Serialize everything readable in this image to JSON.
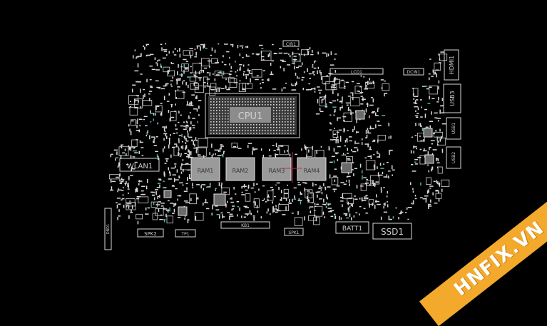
{
  "labels": {
    "cpu": "CPU1",
    "cir": "CIR1",
    "lcd": "LCD1",
    "dcin": "DCIN1",
    "hdmi": "HDMI1",
    "usb3": "USB3",
    "usb1": "USB1",
    "usb2": "USB2",
    "wlan": "WLAN1",
    "ram1": "RAM1",
    "ram2": "RAM2",
    "ram3": "RAM3",
    "ram4": "RAM4",
    "kb": "KB1",
    "spk1": "SPK1",
    "spk2": "SPK2",
    "tp": "TP1",
    "batt": "BATT1",
    "ssd": "SSD1",
    "dbd": "DBD1"
  },
  "watermark": {
    "text": "HNFIX.VN"
  },
  "colors": {
    "background": "#000000",
    "trace": "#d9d9d9",
    "chip_fill": "#8a8a8a",
    "ram_fill": "#9a9a9a",
    "watermark_band": "#f3a92c"
  }
}
